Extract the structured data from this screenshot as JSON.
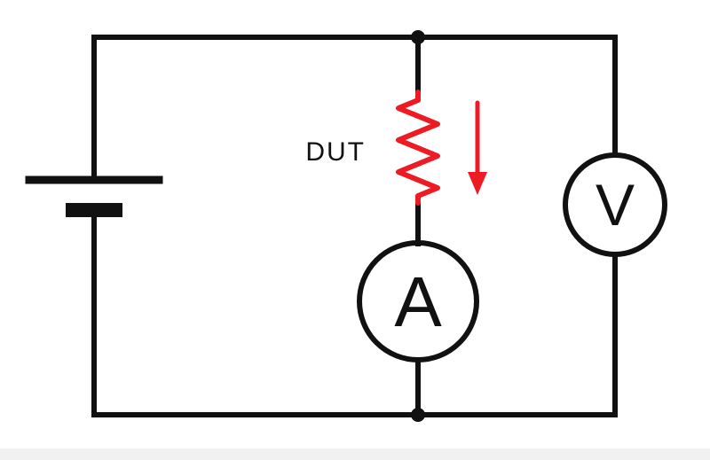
{
  "diagram": {
    "type": "circuit-schematic",
    "labels": {
      "dut": "DUT",
      "ammeter": "A",
      "voltmeter": "V"
    },
    "colors": {
      "wire": "#111111",
      "accent": "#ed1c24",
      "background": "#ffffff",
      "footer_strip": "#f1f1f1"
    }
  }
}
